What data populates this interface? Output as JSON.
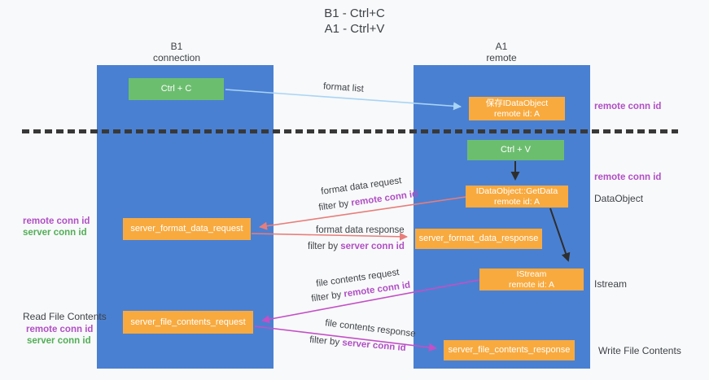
{
  "title": {
    "line1": "B1 - Ctrl+C",
    "line2": "A1 - Ctrl+V"
  },
  "lanes": {
    "left": {
      "title": "B1",
      "subtitle": "connection"
    },
    "right": {
      "title": "A1",
      "subtitle": "remote"
    }
  },
  "nodes": {
    "ctrl_c": {
      "label": "Ctrl + C"
    },
    "ctrl_v": {
      "label": "Ctrl + V"
    },
    "save_idataobject": {
      "line1": "保存IDataObject",
      "line2": "remote id: A"
    },
    "idataobject_getdata": {
      "line1": "IDataObject::GetData",
      "line2": "remote id: A"
    },
    "istream": {
      "line1": "IStream",
      "line2": "remote id: A"
    },
    "server_format_data_request": {
      "label": "server_format_data_request"
    },
    "server_format_data_response": {
      "label": "server_format_data_response"
    },
    "server_file_contents_request": {
      "label": "server_file_contents_request"
    },
    "server_file_contents_response": {
      "label": "server_file_contents_response"
    }
  },
  "arrow_labels": {
    "format_list": "format list",
    "format_data_request": "format data request",
    "format_data_request_filter": {
      "prefix": "filter by ",
      "value": "remote conn id"
    },
    "format_data_response": "format data response",
    "format_data_response_filter": {
      "prefix": "filter by ",
      "value": "server conn id"
    },
    "file_contents_request": "file contents request",
    "file_contents_request_filter": {
      "prefix": "filter by ",
      "value": "remote conn id"
    },
    "file_contents_response": "file contents response",
    "file_contents_response_filter": {
      "prefix": "filter by ",
      "value": "server conn id"
    }
  },
  "side_labels": {
    "right_top_remote_conn_id": "remote conn id",
    "right_mid_remote_conn_id": "remote conn id",
    "right_dataobject": "DataObject",
    "right_istream": "Istream",
    "right_write_file_contents": "Write File Contents",
    "left_remote_conn_id_1": "remote conn id",
    "left_server_conn_id_1": "server conn id",
    "left_read_file_contents": "Read File Contents",
    "left_remote_conn_id_2": "remote conn id",
    "left_server_conn_id_2": "server conn id"
  },
  "colors": {
    "lane_blue": "#4a80d2",
    "node_orange": "#f8aa3f",
    "node_green": "#6cbe6f",
    "arrow_salmon": "#e87d7a",
    "arrow_magenta": "#c44fc7",
    "arrow_lightblue": "#a8d4f5",
    "arrow_black": "#2e2e2e",
    "label_purple": "#b04fc4",
    "label_green": "#52ae57"
  }
}
